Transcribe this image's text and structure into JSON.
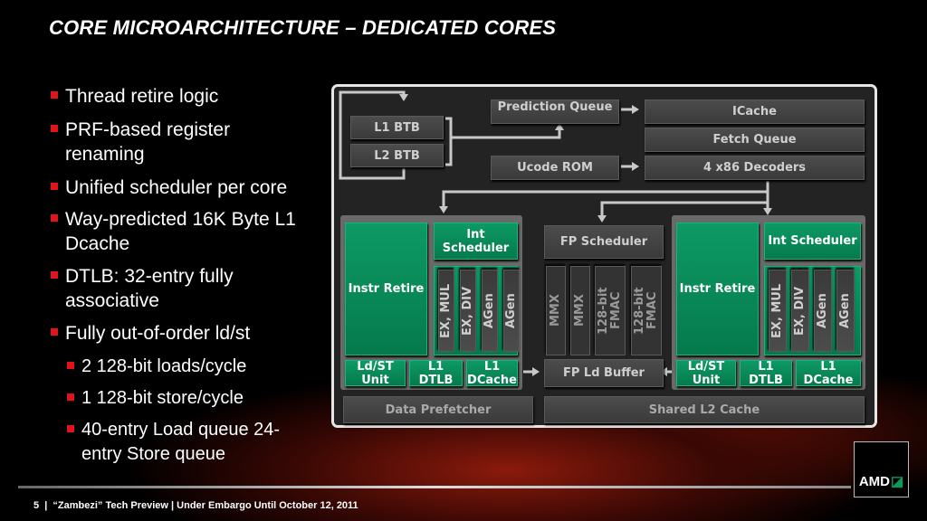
{
  "title": "CORE MICROARCHITECTURE – DEDICATED CORES",
  "bullets": [
    "Thread retire logic",
    "PRF-based register renaming",
    "Unified scheduler per core",
    "Way-predicted 16K Byte L1 Dcache",
    "DTLB: 32-entry fully associative",
    "Fully out-of-order ld/st"
  ],
  "sub_bullets": [
    "2 128-bit loads/cycle",
    "1 128-bit store/cycle",
    "40-entry Load queue 24-entry Store queue"
  ],
  "diagram": {
    "prediction_queue": "Prediction Queue",
    "icache": "ICache",
    "fetch_queue": "Fetch Queue",
    "decoders": "4 x86 Decoders",
    "ucode_rom": "Ucode ROM",
    "l1_btb": "L1 BTB",
    "l2_btb": "L2 BTB",
    "instr_retire": "Instr Retire",
    "int_scheduler": "Int Scheduler",
    "ex_units": [
      "EX, MUL",
      "EX, DIV",
      "AGen",
      "AGen"
    ],
    "ldst_unit": "Ld/ST Unit",
    "l1_dtlb": "L1 DTLB",
    "l1_dcache": "L1 DCache",
    "fp_scheduler": "FP Scheduler",
    "fp_units": [
      "MMX",
      "MMX",
      "128-bit FMAC",
      "128-bit FMAC"
    ],
    "fp_ld_buffer": "FP Ld Buffer",
    "data_prefetcher": "Data Prefetcher",
    "shared_l2": "Shared L2 Cache"
  },
  "footer": "5  |  “Zambezi” Tech Preview | Under Embargo Until October 12, 2011",
  "logo": "AMD"
}
